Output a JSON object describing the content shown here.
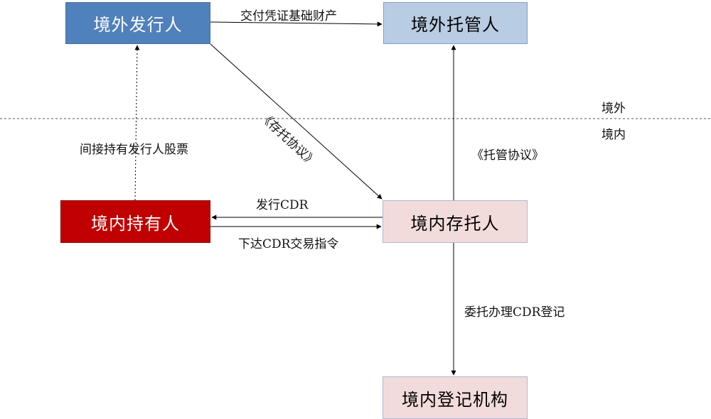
{
  "boxes": {
    "overseas_issuer": "境外发行人",
    "overseas_custodian": "境外托管人",
    "domestic_holder": "境内持有人",
    "domestic_depositary": "境内存托人",
    "domestic_registrar": "境内登记机构"
  },
  "labels": {
    "deliver_underlying": "交付凭证基础财产",
    "deposit_agreement": "《存托协议》",
    "indirect_holding": "间接持有发行人股票",
    "custody_agreement": "《托管协议》",
    "issue_cdr": "发行CDR",
    "trade_orders": "下达CDR交易指令",
    "entrust_registration": "委托办理CDR登记"
  },
  "zones": {
    "overseas": "境外",
    "domestic": "境内"
  },
  "colors": {
    "overseas_issuer_fill": "#4f81bd",
    "overseas_custodian_fill": "#b8cce4",
    "domestic_holder_fill": "#c00000",
    "domestic_depositary_fill": "#f2dcdb",
    "domestic_registrar_fill": "#f2dcdb",
    "arrow": "#000000"
  }
}
